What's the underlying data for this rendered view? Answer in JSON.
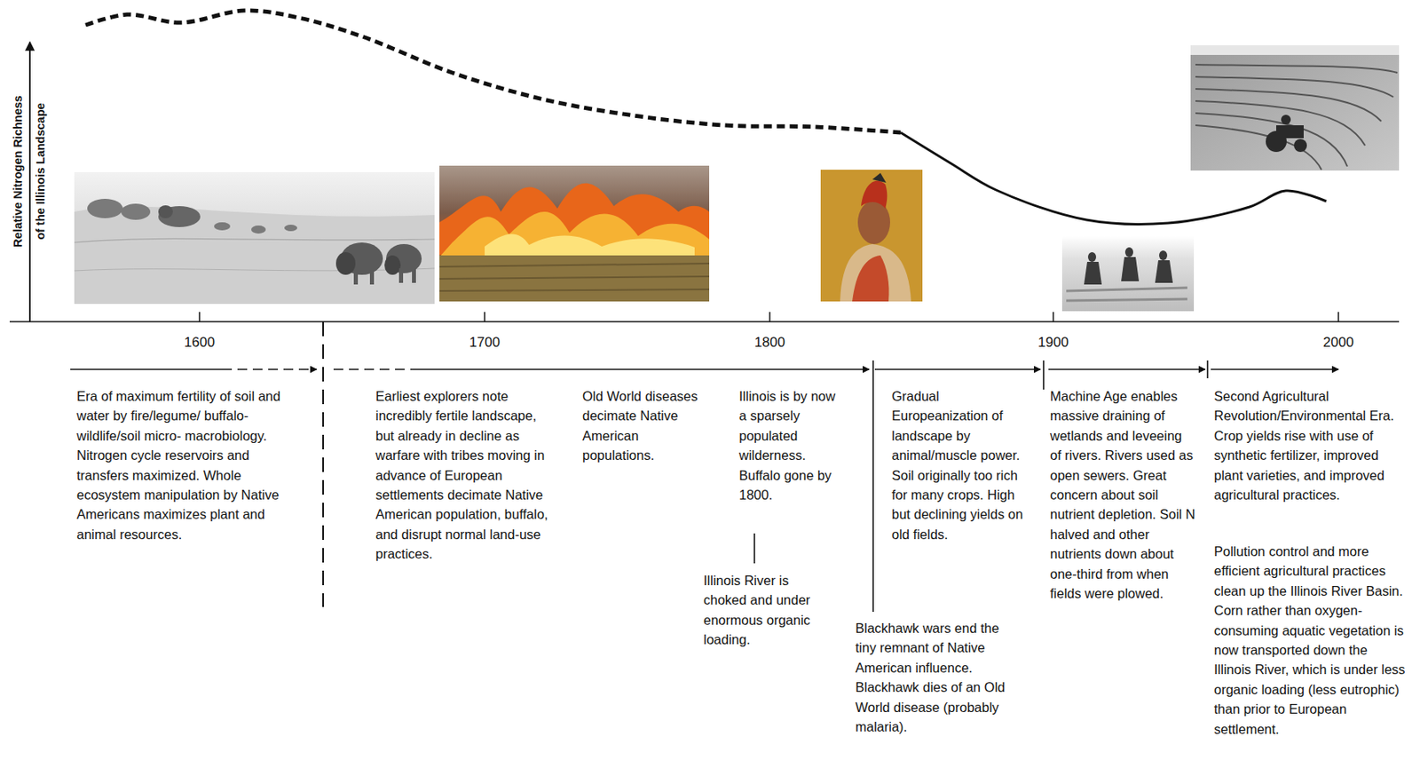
{
  "diagram": {
    "labels": [
      "Relative Nitrogen Richness of the Illinois Landscape",
      "1600",
      "1700",
      "1800",
      "1900",
      "2000",
      "Era of maximum fertility of soil and water by fire/legume/ buffalo-wildlife/soil micro- macrobiology. Nitrogen cycle reservoirs and transfers maximized. Whole ecosystem manipulation by Native Americans maximizes plant and animal resources.",
      "Earliest explorers note incredibly fertile landscape, but already in decline as warfare with tribes moving in advance of European settlements decimate Native American population, buffalo, and disrupt normal land-use practices.",
      "Old World diseases decimate Native American populations.",
      "Illinois is by now a sparsely populated wilderness. Buffalo gone by 1800.",
      "Illinois River is choked and under enormous organic loading.",
      "Gradual Europeanization of landscape by animal/muscle power. Soil originally too rich for many crops. High but declining yields on old fields.",
      "Blackhawk wars end the tiny remnant of Native American influence. Blackhawk dies of an Old World disease (probably malaria).",
      "Machine Age enables massive draining of wetlands and leveeing of rivers. Rivers used as open sewers. Great concern about soil nutrient depletion. Soil N halved and other nutrients down about one-third from when fields were plowed.",
      "Second Agricultural Revolution/Environmental Era. Crop yields rise with use of synthetic fertilizer, improved plant varieties, and improved agricultural practices.",
      "Pollution control and more efficient agricultural practices clean up the Illinois River Basin. Corn rather than oxygen-consuming aquatic vegetation is now transported down the Illinois River, which is under less organic loading (less eutrophic) than prior to European settlement."
    ]
  }
}
